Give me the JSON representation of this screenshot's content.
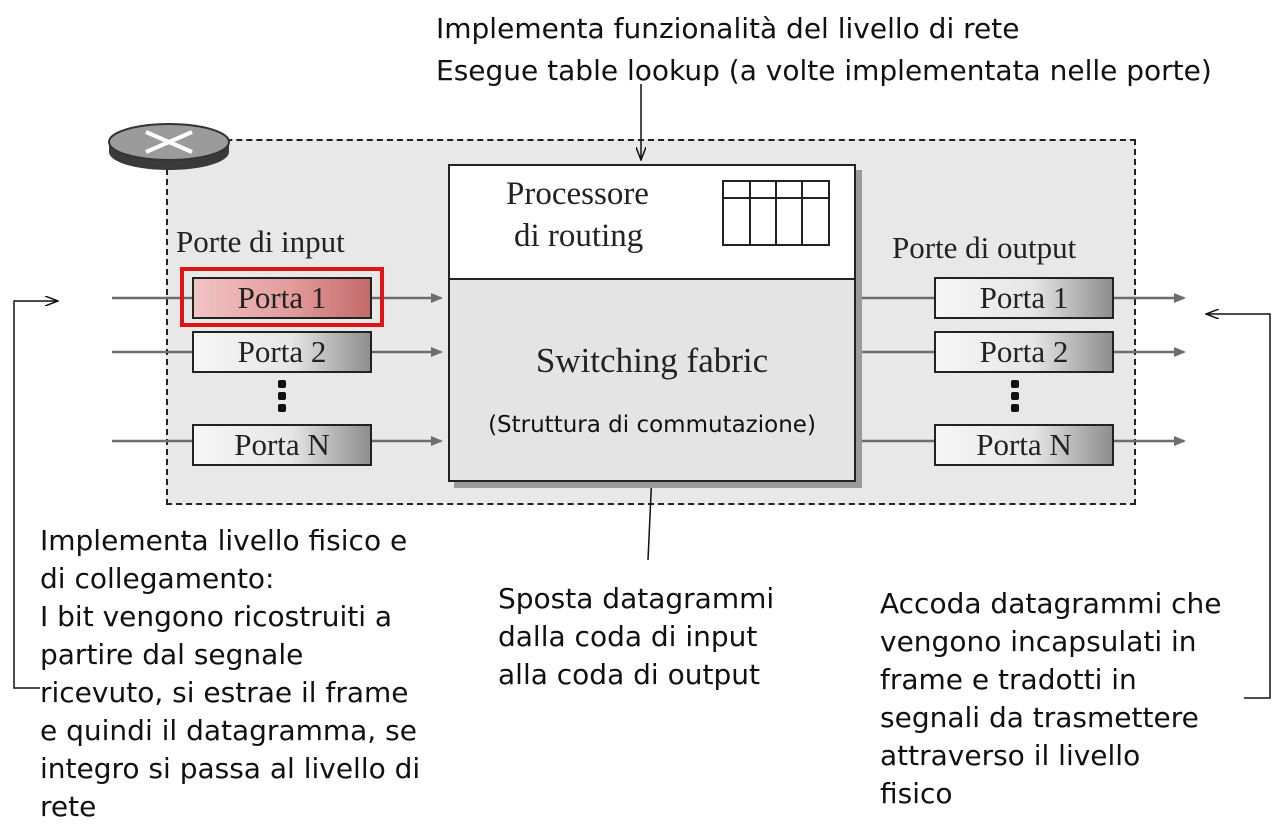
{
  "top_note": {
    "line1": "Implementa funzionalità del livello di rete",
    "line2": "Esegue table lookup (a volte implementata nelle porte)"
  },
  "router": {
    "input_label": "Porte di input",
    "output_label": "Porte di output",
    "input_ports": [
      "Porta 1",
      "Porta 2",
      "Porta N"
    ],
    "output_ports": [
      "Porta 1",
      "Porta 2",
      "Porta N"
    ],
    "processor_line1": "Processore",
    "processor_line2": "di routing",
    "switching_label": "Switching fabric",
    "switching_sub": "(Struttura di commutazione)",
    "highlight_color": "#e01414"
  },
  "notes": {
    "input": [
      "Implementa livello fisico e",
      "di collegamento:",
      "I bit vengono ricostruiti a",
      "partire dal segnale",
      "ricevuto, si estrae il frame",
      "e quindi il datagramma, se",
      "integro si passa al livello di",
      "rete"
    ],
    "switching": [
      "Sposta datagrammi",
      "dalla coda di input",
      "alla coda di output"
    ],
    "output": [
      "Accoda datagrammi che",
      "vengono incapsulati in",
      "frame e tradotti in",
      "segnali da trasmettere",
      "attraverso il livello",
      "fisico"
    ]
  }
}
